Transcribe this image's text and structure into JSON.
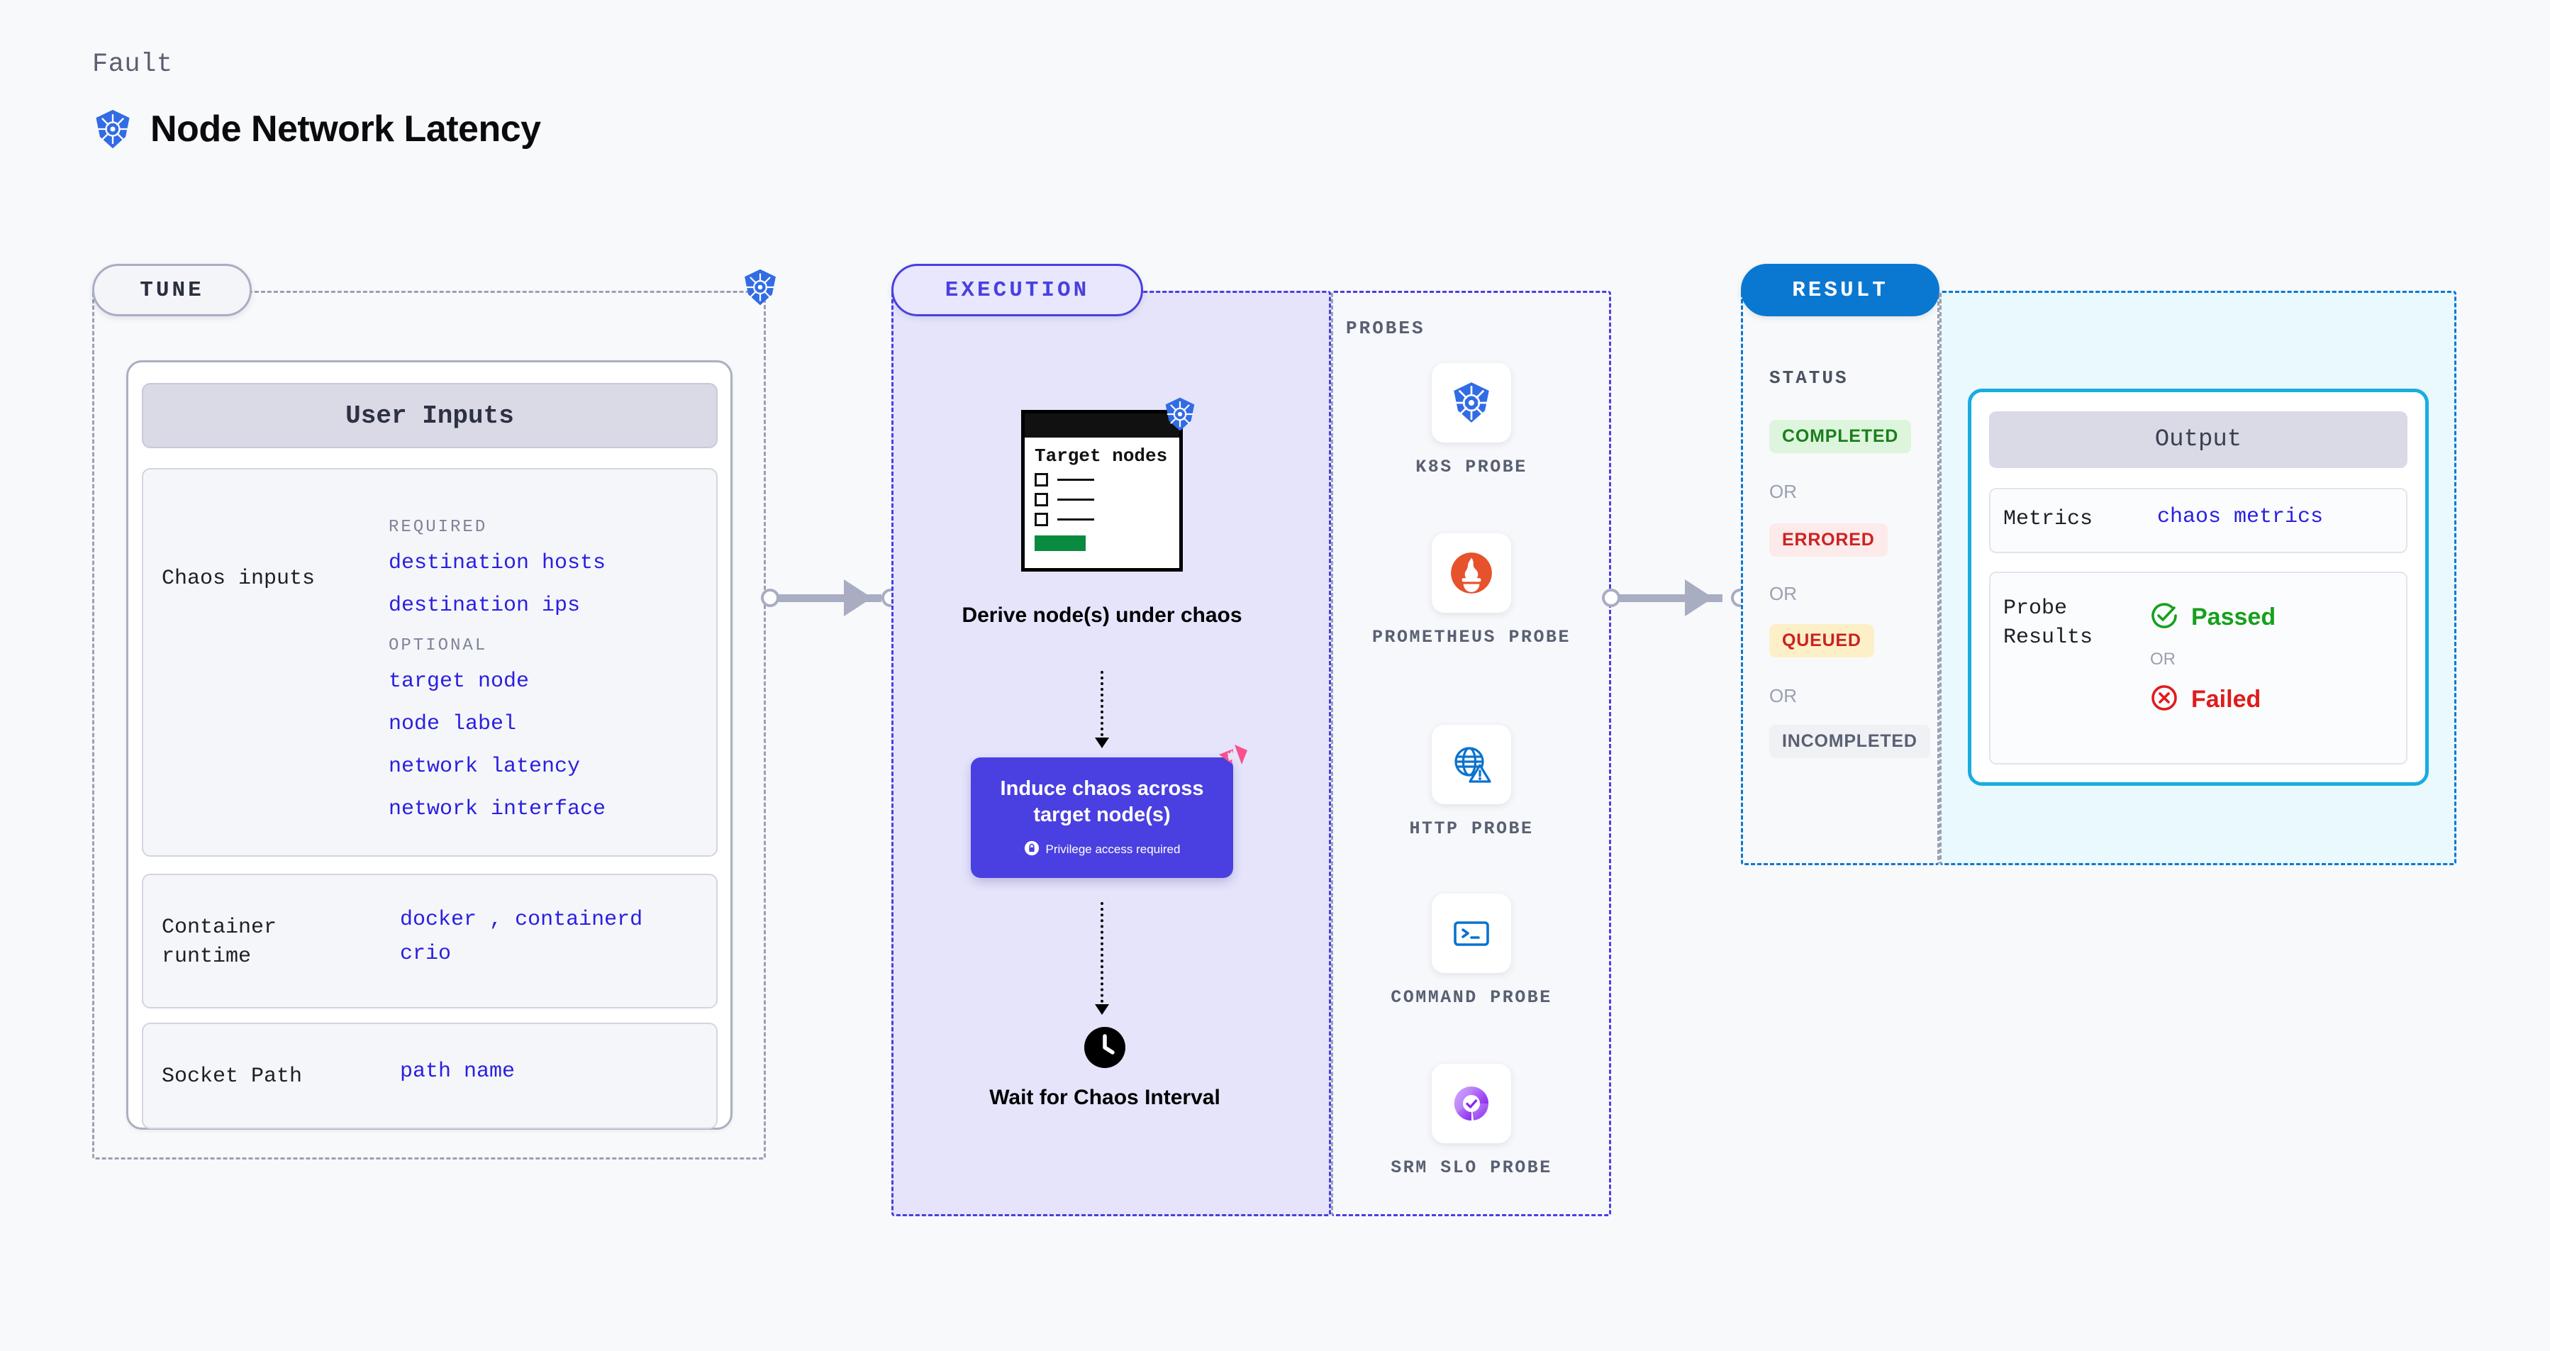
{
  "header": {
    "eyebrow": "Fault",
    "title": "Node Network Latency",
    "icon": "kubernetes-icon"
  },
  "tune": {
    "pill_label": "TUNE",
    "badge_icon": "kubernetes-icon",
    "card_title": "User Inputs",
    "rows": [
      {
        "label": "Chaos inputs",
        "groups": [
          {
            "heading": "REQUIRED",
            "values": [
              "destination hosts",
              "destination ips"
            ]
          },
          {
            "heading": "OPTIONAL",
            "values": [
              "target node",
              "node label",
              "network latency",
              "network interface"
            ]
          }
        ]
      },
      {
        "label": "Container runtime",
        "values_line1": "docker",
        "separator": ",",
        "values_line1b": "containerd",
        "values_line2": "crio"
      },
      {
        "label": "Socket Path",
        "value": "path name"
      }
    ]
  },
  "execution": {
    "pill_label": "EXECUTION",
    "steps": [
      {
        "id": "derive-nodes",
        "caption": "Derive node(s) under chaos",
        "card_heading": "Target nodes",
        "badge_icon": "kubernetes-icon",
        "checkbox_count": 3
      },
      {
        "id": "induce-chaos",
        "caption": "Induce chaos across target node(s)",
        "privilege_note": "Privilege access required",
        "privilege_icon": "lock-icon",
        "corner_icon": "chaos-icon"
      },
      {
        "id": "wait-interval",
        "caption": "Wait for Chaos Interval",
        "icon": "clock-icon"
      }
    ]
  },
  "probes": {
    "section_label": "PROBES",
    "items": [
      {
        "name": "K8S PROBE",
        "icon": "kubernetes-icon"
      },
      {
        "name": "PROMETHEUS PROBE",
        "icon": "prometheus-icon"
      },
      {
        "name": "HTTP PROBE",
        "icon": "globe-warning-icon"
      },
      {
        "name": "COMMAND PROBE",
        "icon": "terminal-icon"
      },
      {
        "name": "SRM SLO PROBE",
        "icon": "srm-slo-icon"
      }
    ]
  },
  "result": {
    "pill_label": "RESULT",
    "status_label": "STATUS",
    "or_label": "OR",
    "statuses": [
      {
        "label": "COMPLETED",
        "bg": "#ddf5dd",
        "fg": "#1a7f1a"
      },
      {
        "label": "ERRORED",
        "bg": "#fdeaea",
        "fg": "#cc2222"
      },
      {
        "label": "QUEUED",
        "bg": "#fdf0c8",
        "fg": "#cc2222"
      },
      {
        "label": "INCOMPLETED",
        "bg": "#f0f1f5",
        "fg": "#5a6072"
      }
    ],
    "output": {
      "title": "Output",
      "metrics_label": "Metrics",
      "metrics_value": "chaos metrics",
      "probe_results_label": "Probe Results",
      "passed_label": "Passed",
      "failed_label": "Failed",
      "or_label": "OR",
      "passed_icon": "check-circle-icon",
      "failed_icon": "x-circle-icon"
    }
  },
  "colors": {
    "accent_indigo": "#4a3fe0",
    "accent_blue": "#0a78d1",
    "accent_cyan": "#19ace0",
    "k8s_blue": "#326ce5",
    "chaos_pink": "#f8508f",
    "value_blue": "#2a1fe0",
    "page_bg": "#f8f9fb"
  }
}
